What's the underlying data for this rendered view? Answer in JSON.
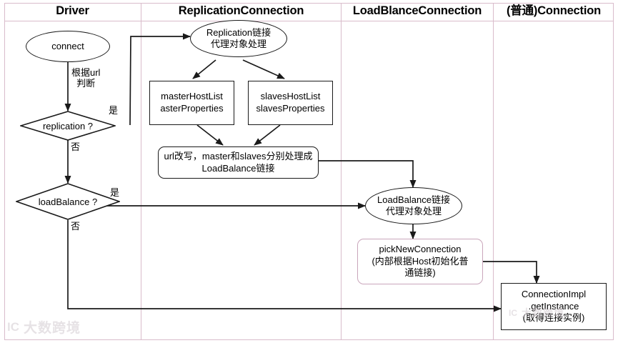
{
  "diagram": {
    "title": "MySQL JDBC Driver connection flow",
    "type": "swimlane-flowchart",
    "lanes": [
      {
        "id": "driver",
        "label": "Driver"
      },
      {
        "id": "replication",
        "label": "ReplicationConnection"
      },
      {
        "id": "loadblance",
        "label": "LoadBlanceConnection"
      },
      {
        "id": "plain",
        "label": "(普通)Connection"
      }
    ],
    "nodes": {
      "connect": {
        "shape": "ellipse",
        "text": "connect"
      },
      "replication_q": {
        "shape": "diamond",
        "text": "replication ?"
      },
      "loadbalance_q": {
        "shape": "diamond",
        "text": "loadBalance ?"
      },
      "repl_proxy": {
        "shape": "ellipse",
        "line1": "Replication链接",
        "line2": "代理对象处理"
      },
      "master_box": {
        "shape": "rect",
        "line1": "masterHostList",
        "line2": "asterProperties"
      },
      "slaves_box": {
        "shape": "rect",
        "line1": "slavesHostList",
        "line2": "slavesProperties"
      },
      "url_rewrite": {
        "shape": "rounded",
        "line1": "url改写，master和slaves分别处理成",
        "line2": "LoadBalance链接"
      },
      "lb_proxy": {
        "shape": "ellipse",
        "line1": "LoadBalance链接",
        "line2": "代理对象处理"
      },
      "pick_new_conn": {
        "shape": "rounded",
        "line1": "pickNewConnection",
        "line2": "(内部根据Host初始化普",
        "line3": "通链接)"
      },
      "connection_impl": {
        "shape": "rect",
        "line1": "ConnectionImpl",
        "line2": ".getInstance",
        "line3": "(取得连接实例)"
      }
    },
    "edge_labels": {
      "by_url": "根据url\n判断",
      "repl_yes": "是",
      "repl_no": "否",
      "lb_yes": "是",
      "lb_no": "否"
    },
    "colors": {
      "lane_border": "#d9bccb",
      "node_stroke": "#1a1a1a",
      "pink_stroke": "#c9a6bb",
      "background": "#ffffff"
    }
  },
  "watermark": {
    "text": "大数跨境",
    "logo": "IC"
  }
}
